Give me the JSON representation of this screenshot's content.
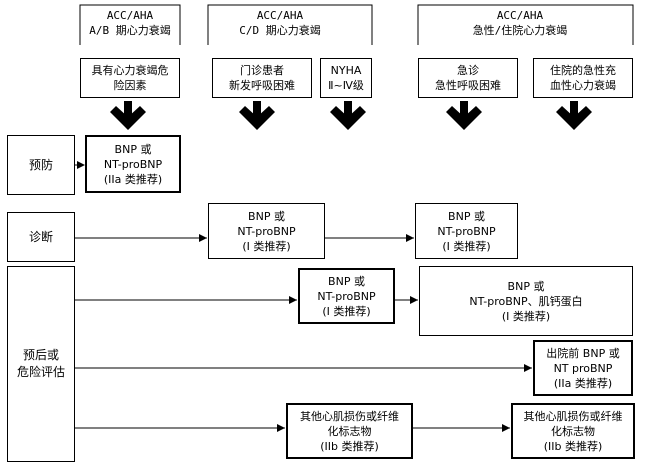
{
  "headers": [
    {
      "line1": "ACC/AHA",
      "line2": "A/B 期心力衰竭"
    },
    {
      "line1": "ACC/AHA",
      "line2": "C/D 期心力衰竭"
    },
    {
      "line1": "ACC/AHA",
      "line2": "急性/住院心力衰竭"
    }
  ],
  "populations": {
    "risk": {
      "line1": "具有心力衰竭危",
      "line2": "险因素"
    },
    "new_dyspnea": {
      "line1": "门诊患者",
      "line2": "新发呼吸困难"
    },
    "nyha": {
      "line1": "NYHA",
      "line2": "Ⅱ~Ⅳ级"
    },
    "acute_dyspnea": {
      "line1": "急诊",
      "line2": "急性呼吸困难"
    },
    "acute_hf": {
      "line1": "住院的急性充",
      "line2": "血性心力衰竭"
    }
  },
  "rows": {
    "prevention": "预防",
    "diagnosis": "诊断",
    "prognosis": {
      "line1": "预后或",
      "line2": "危险评估"
    }
  },
  "recommendations": {
    "prevention_bnp": {
      "line1": "BNP 或",
      "line2": "NT-proBNP",
      "line3": "(IIa 类推荐)"
    },
    "diag_outpatient": {
      "line1": "BNP 或",
      "line2": "NT-proBNP",
      "line3": "(I 类推荐)"
    },
    "diag_acute": {
      "line1": "BNP 或",
      "line2": "NT-proBNP",
      "line3": "(I 类推荐)"
    },
    "prog_outpatient": {
      "line1": "BNP 或",
      "line2": "NT-proBNP",
      "line3": "(I 类推荐)"
    },
    "prog_acute": {
      "line1": "BNP 或",
      "line2": "NT-proBNP、肌钙蛋白",
      "line3": "(I 类推荐)"
    },
    "prog_discharge": {
      "line1": "出院前 BNP 或",
      "line2": "NT proBNP",
      "line3": "(IIa 类推荐)"
    },
    "prog_other_outpatient": {
      "line1": "其他心肌损伤或纤维",
      "line2": "化标志物",
      "line3": "(IIb 类推荐)"
    },
    "prog_other_acute": {
      "line1": "其他心肌损伤或纤维",
      "line2": "化标志物",
      "line3": "(IIb 类推荐)"
    }
  }
}
